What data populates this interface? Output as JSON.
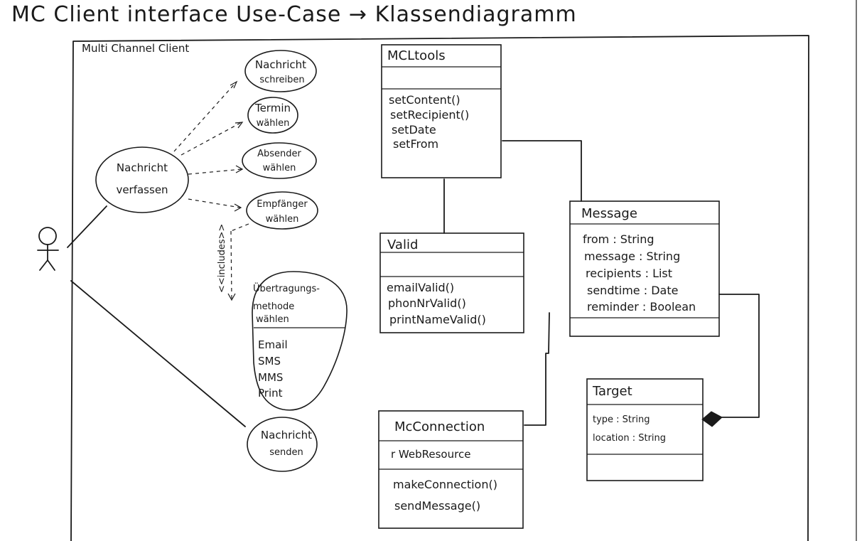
{
  "title": "MC Client interface  Use-Case → Klassendiagramm",
  "system_boundary": {
    "label": "Multi Channel Client"
  },
  "actor": {
    "name": ""
  },
  "use_cases": {
    "compose": [
      "Nachricht",
      "verfassen"
    ],
    "write": [
      "Nachricht",
      "schreiben"
    ],
    "date": [
      "Termin",
      "wählen"
    ],
    "sender": [
      "Absender",
      "wählen"
    ],
    "recipient": [
      "Empfänger",
      "wählen"
    ],
    "transfer": [
      "Übertragungs-",
      "methode",
      "wählen"
    ],
    "transfer_options": [
      "Email",
      "SMS",
      "MMS",
      "Print"
    ],
    "send": [
      "Nachricht",
      "senden"
    ]
  },
  "include_label": "<<includes>>",
  "classes": {
    "mcltools": {
      "name": "MCLtools",
      "attributes": [],
      "methods": [
        "setContent()",
        "setRecipient()",
        "setDate",
        "setFrom"
      ]
    },
    "valid": {
      "name": "Valid",
      "attributes": [],
      "methods": [
        "emailValid()",
        "phonNrValid()",
        "printNameValid()"
      ]
    },
    "message": {
      "name": "Message",
      "attributes": [
        "from : String",
        "message : String",
        "recipients : List",
        "sendtime : Date",
        "reminder : Boolean"
      ],
      "methods": []
    },
    "target": {
      "name": "Target",
      "attributes": [
        "type : String",
        "location : String"
      ],
      "methods": []
    },
    "mcconnection": {
      "name": "McConnection",
      "attributes": [
        "r WebResource"
      ],
      "methods": [
        "makeConnection()",
        "sendMessage()"
      ]
    }
  }
}
